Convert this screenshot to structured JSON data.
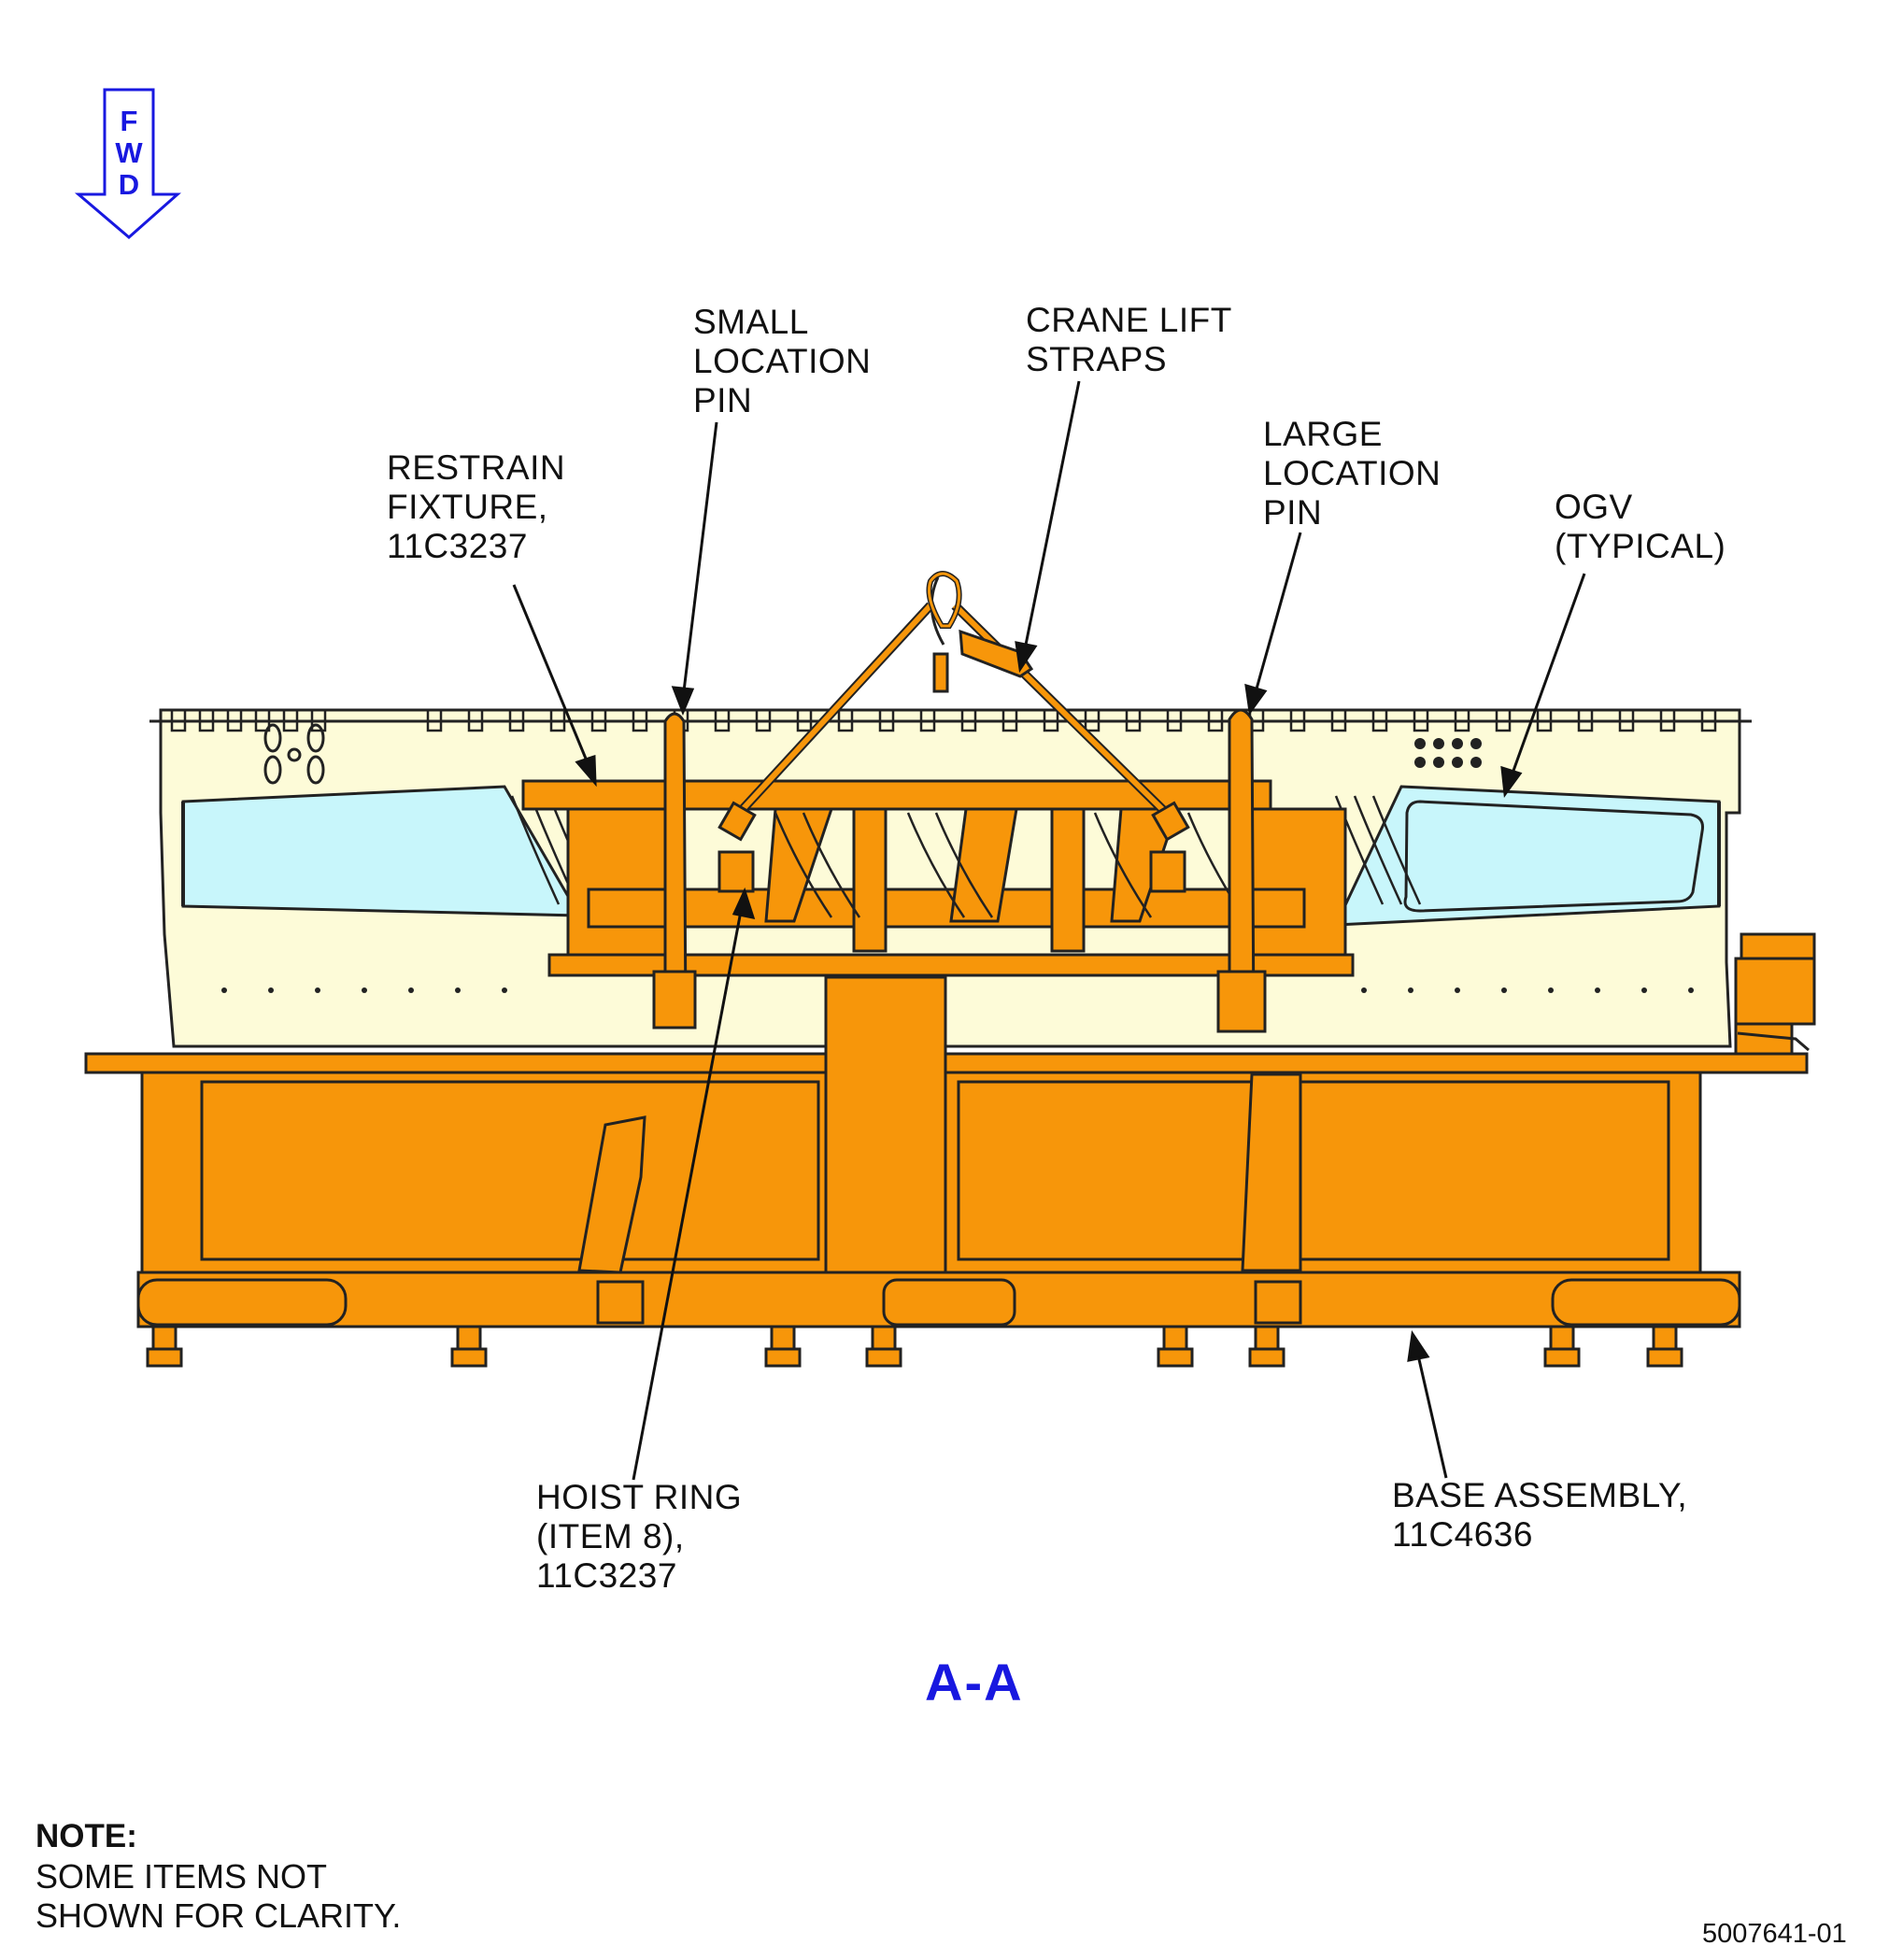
{
  "fwd_arrow": {
    "letters": [
      "F",
      "W",
      "D"
    ],
    "color": "#1818e0"
  },
  "callouts": {
    "small_location_pin": "SMALL\nLOCATION\nPIN",
    "crane_lift_straps": "CRANE LIFT\nSTRAPS",
    "restrain_fixture": "RESTRAIN\nFIXTURE,\n11C3237",
    "large_location_pin": "LARGE\nLOCATION\nPIN",
    "ogv": "OGV\n(TYPICAL)",
    "hoist_ring": "HOIST RING\n(ITEM 8),\n11C3237",
    "base_assembly": "BASE ASSEMBLY,\n11C4636"
  },
  "view_label": "A-A",
  "note": {
    "heading": "NOTE:",
    "body": "SOME ITEMS NOT\nSHOWN FOR CLARITY."
  },
  "figure_number": "5007641-01",
  "colors": {
    "fixture_orange": "#f7960a",
    "case_cream": "#fdfbd8",
    "ogv_blue": "#c8f6fb",
    "label_blue": "#1818e0"
  }
}
